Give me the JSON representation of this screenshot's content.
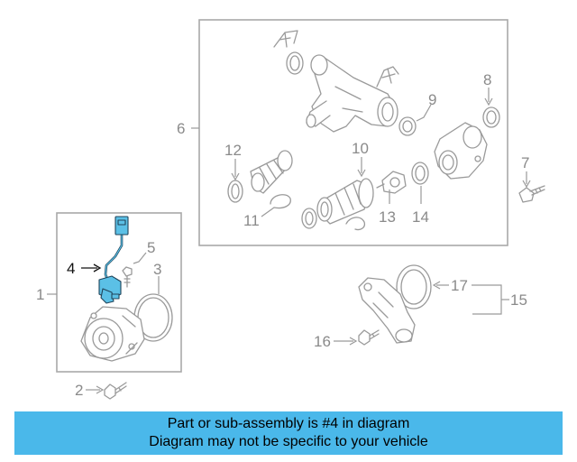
{
  "callouts": {
    "c1": "1",
    "c2": "2",
    "c3": "3",
    "c4": "4",
    "c5": "5",
    "c6": "6",
    "c7": "7",
    "c8": "8",
    "c9": "9",
    "c10": "10",
    "c11": "11",
    "c12": "12",
    "c13": "13",
    "c14": "14",
    "c15": "15",
    "c16": "16",
    "c17": "17"
  },
  "highlighted_part": "4",
  "colors": {
    "highlight": "#5bc0e6",
    "banner": "#4ab8ea",
    "line": "#9a9a9a"
  },
  "banner": {
    "line1": "Part or sub-assembly is #4 in diagram",
    "line2": "Diagram may not be specific to your vehicle"
  }
}
